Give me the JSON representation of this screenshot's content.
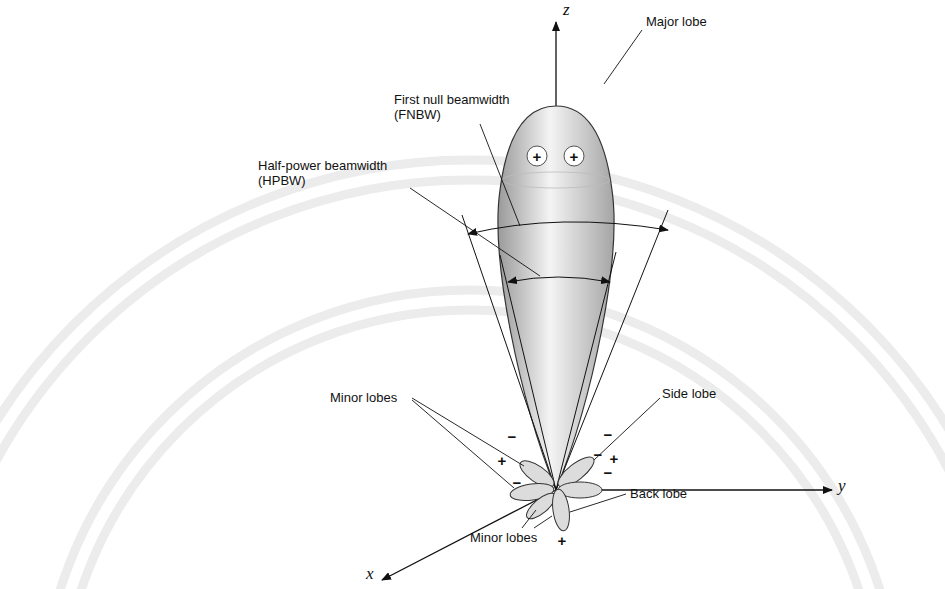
{
  "diagram": {
    "labels": [
      "z",
      "Major lobe",
      "First null beamwidth (FNBW)",
      "Half-power beamwidth (HPBW)",
      "+",
      "+",
      "Minor lobes",
      "Side lobe",
      "−",
      "+",
      "−",
      "−",
      "−",
      "+",
      "−",
      "y",
      "+",
      "Back lobe",
      "Minor lobes",
      "x"
    ]
  }
}
